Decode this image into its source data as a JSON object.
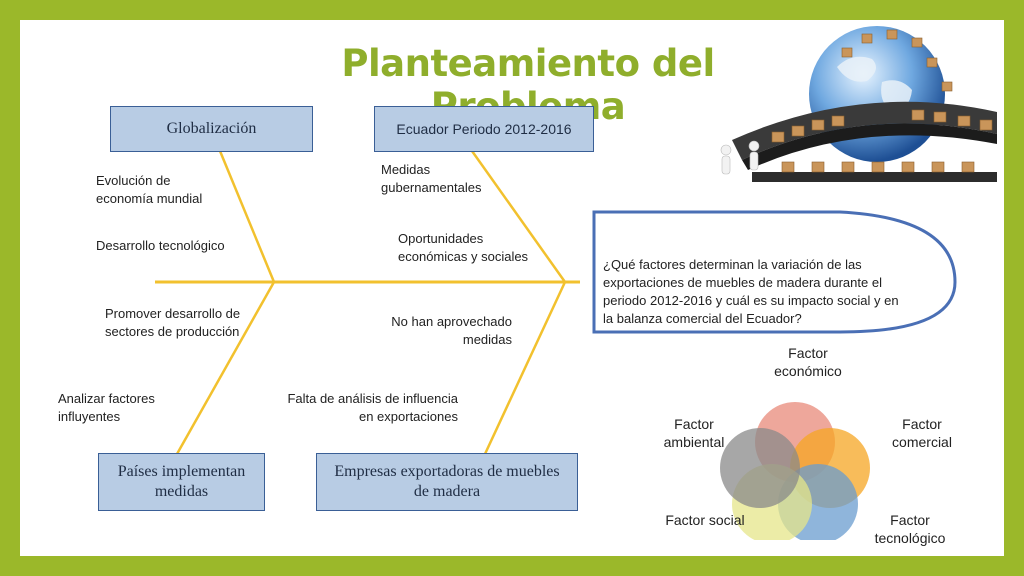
{
  "title": "Planteamiento del Problema",
  "boxes": {
    "globalizacion": "Globalización",
    "ecuador": "Ecuador Periodo 2012-2016",
    "paises": "Países implementan medidas",
    "empresas": "Empresas exportadoras de muebles de madera"
  },
  "causes": {
    "evolucion": "Evolución de economía mundial",
    "desarrollo": "Desarrollo tecnológico",
    "medidas_gub": "Medidas gubernamentales",
    "oportunidades": "Oportunidades económicas y sociales",
    "promover": "Promover desarrollo de sectores de producción",
    "analizar": "Analizar factores influyentes",
    "no_aprovechado": "No han aprovechado medidas",
    "falta": "Falta de análisis de influencia en exportaciones"
  },
  "problem": "¿Qué factores determinan la variación de las exportaciones de muebles de madera durante el periodo 2012-2016 y cuál es su impacto social y en la balanza comercial del Ecuador?",
  "venn": {
    "economico": "Factor económico",
    "comercial": "Factor comercial",
    "tecnologico": "Factor tecnológico",
    "social": "Factor social",
    "ambiental": "Factor ambiental"
  },
  "colors": {
    "background_frame": "#9bb82a",
    "title": "#8fae2c",
    "box_fill": "#b8cce4",
    "box_border": "#3a5f96",
    "fish_line": "#f2c12e",
    "ellipse": "#4a6fb5",
    "circle_red": "#e8897a",
    "circle_orange": "#f5a623",
    "circle_blue": "#6a9ccf",
    "circle_yellow": "#e6e68a",
    "circle_gray": "#8a8a8a"
  },
  "icons": [
    "globe-cargo-illustration"
  ]
}
